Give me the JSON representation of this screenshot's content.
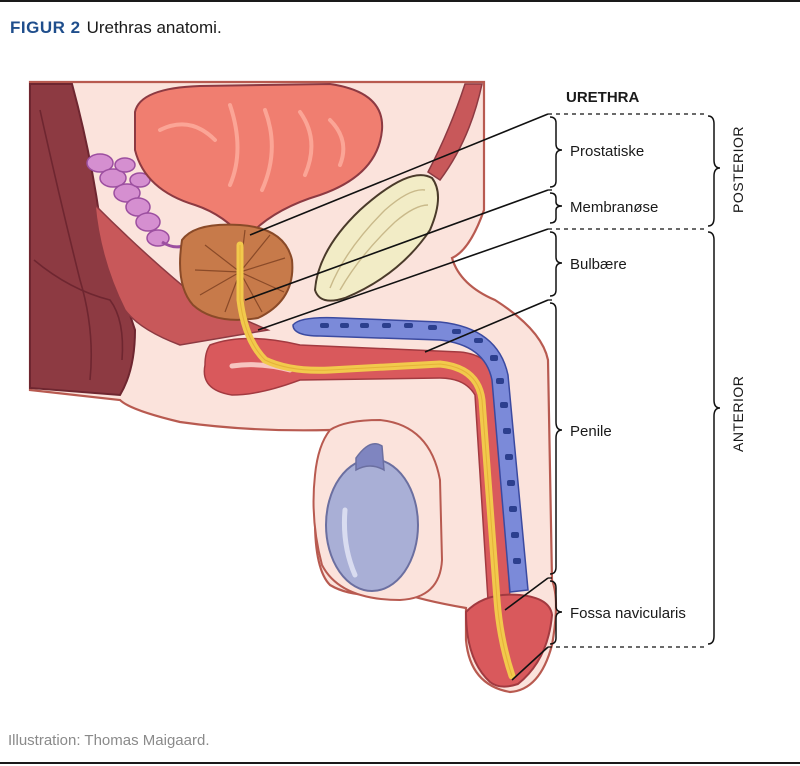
{
  "figure": {
    "label": "FIGUR 2",
    "title": "Urethras anatomi.",
    "credit": "Illustration: Thomas Maigaard."
  },
  "diagram": {
    "heading": "URETHRA",
    "segments": [
      {
        "id": "prostatic",
        "label": "Prostatiske"
      },
      {
        "id": "membranous",
        "label": "Membranøse"
      },
      {
        "id": "bulbar",
        "label": "Bulbære"
      },
      {
        "id": "penile",
        "label": "Penile"
      },
      {
        "id": "fossa",
        "label": "Fossa navicularis"
      }
    ],
    "groups": [
      {
        "id": "posterior",
        "label": "POSTERIOR"
      },
      {
        "id": "anterior",
        "label": "ANTERIOR"
      }
    ]
  },
  "colors": {
    "figure_label": "#1f4e8c",
    "skin": "#fbe3dc",
    "outline": "#b85a50",
    "bladder": "#f07e70",
    "urethra": "#f2c94c",
    "corpus": "#5566c0",
    "testis": "#a9afd6"
  }
}
